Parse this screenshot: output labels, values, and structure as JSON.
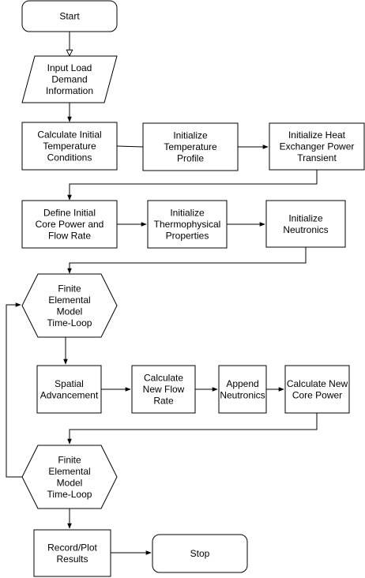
{
  "nodes": {
    "start": {
      "lines": [
        "Start"
      ]
    },
    "input_load": {
      "lines": [
        "Input Load",
        "Demand",
        "Information"
      ]
    },
    "calc_initial_temp": {
      "lines": [
        "Calculate Initial",
        "Temperature",
        "Conditions"
      ]
    },
    "init_temp_profile": {
      "lines": [
        "Initialize",
        "Temperature",
        "Profile"
      ]
    },
    "init_heat_exchanger": {
      "lines": [
        "Initialize Heat",
        "Exchanger Power",
        "Transient"
      ]
    },
    "define_core_power": {
      "lines": [
        "Define Initial",
        "Core Power and",
        "Flow Rate"
      ]
    },
    "init_thermophysical": {
      "lines": [
        "Initialize",
        "Thermophysical",
        "Properties"
      ]
    },
    "init_neutronics": {
      "lines": [
        "Initialize",
        "Neutronics"
      ]
    },
    "time_loop_start": {
      "lines": [
        "Finite",
        "Elemental",
        "Model",
        "Time-Loop"
      ]
    },
    "spatial_advancement": {
      "lines": [
        "Spatial",
        "Advancement"
      ]
    },
    "calc_flow_rate": {
      "lines": [
        "Calculate",
        "New Flow",
        "Rate"
      ]
    },
    "append_neutronics": {
      "lines": [
        "Append",
        "Neutronics"
      ]
    },
    "calc_core_power": {
      "lines": [
        "Calculate New",
        "Core Power"
      ]
    },
    "time_loop_end": {
      "lines": [
        "Finite",
        "Elemental",
        "Model",
        "Time-Loop"
      ]
    },
    "record_plot": {
      "lines": [
        "Record/Plot",
        "Results"
      ]
    },
    "stop": {
      "lines": [
        "Stop"
      ]
    }
  }
}
